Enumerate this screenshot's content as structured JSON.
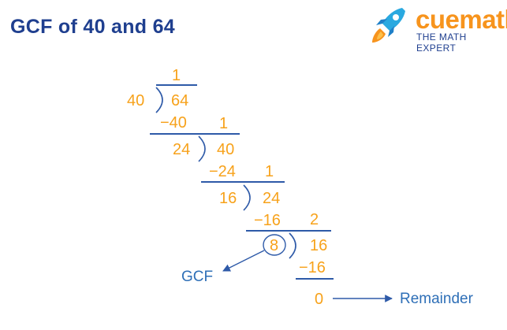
{
  "title": "GCF of 40 and 64",
  "logo": {
    "word": "cuemath",
    "tagline": "THE MATH EXPERT",
    "icon": "rocket-icon"
  },
  "steps": [
    {
      "divisor": "40",
      "dividend": "64",
      "quotient": "1",
      "subtract": "−40",
      "remainder": "24"
    },
    {
      "divisor": "24",
      "dividend": "40",
      "quotient": "1",
      "subtract": "−24",
      "remainder": "16"
    },
    {
      "divisor": "16",
      "dividend": "24",
      "quotient": "1",
      "subtract": "−16"
    },
    {
      "divisor": "8",
      "dividend": "16",
      "quotient": "2",
      "subtract": "−16",
      "remainder": "0"
    }
  ],
  "labels": {
    "gcf": "GCF",
    "remainder": "Remainder"
  },
  "colors": {
    "title": "#1f3f8f",
    "numbers": "#f7a21b",
    "lines": "#2e5aa8",
    "labels": "#2e6fb7"
  }
}
